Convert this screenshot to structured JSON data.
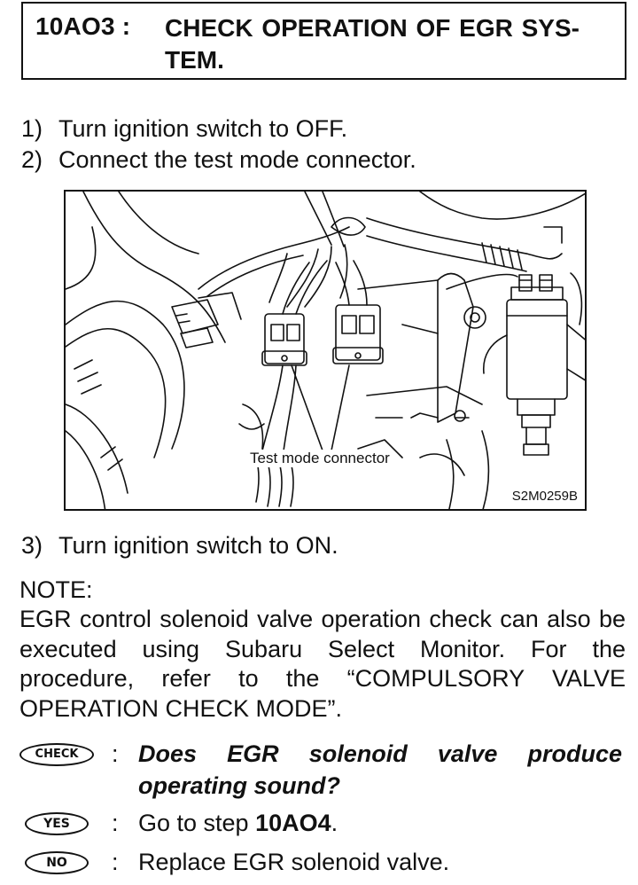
{
  "header": {
    "code": "10AO3 :",
    "title": "CHECK OPERATION OF EGR SYS-TEM."
  },
  "steps": [
    {
      "num": "1)",
      "text": "Turn ignition switch to OFF."
    },
    {
      "num": "2)",
      "text": "Connect the test mode connector."
    },
    {
      "num": "3)",
      "text": "Turn ignition switch to ON."
    }
  ],
  "figure": {
    "label": "Test mode connector",
    "code": "S2M0259B"
  },
  "note": {
    "heading": "NOTE:",
    "body": "EGR control solenoid valve operation check can also be executed using Subaru Select Monitor. For the procedure, refer to the “COMPULSORY VALVE OPERATION   CHECK   MODE”."
  },
  "check": {
    "badge": "CHECK",
    "colon": ":",
    "question": "Does EGR solenoid valve produce operating sound?"
  },
  "yes": {
    "badge": "YES",
    "colon": ":",
    "prefix": "Go to step ",
    "target": "10AO4",
    "suffix": "."
  },
  "no": {
    "badge": "NO",
    "colon": ":",
    "text": "Replace EGR solenoid valve."
  }
}
